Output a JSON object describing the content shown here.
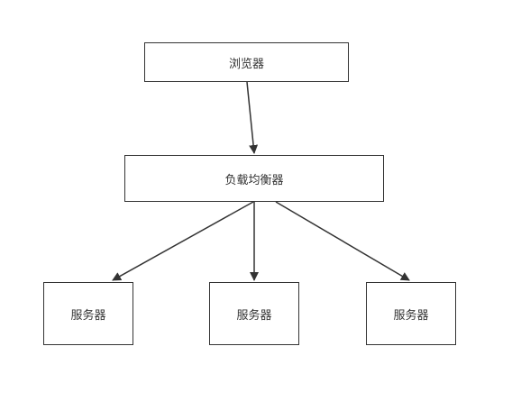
{
  "diagram": {
    "nodes": {
      "browser": "浏览器",
      "load_balancer": "负载均衡器",
      "server_1": "服务器",
      "server_2": "服务器",
      "server_3": "服务器"
    },
    "edges": [
      {
        "from": "browser",
        "to": "load_balancer"
      },
      {
        "from": "load_balancer",
        "to": "server_1"
      },
      {
        "from": "load_balancer",
        "to": "server_2"
      },
      {
        "from": "load_balancer",
        "to": "server_3"
      }
    ],
    "colors": {
      "stroke": "#333333",
      "fill": "#ffffff"
    }
  }
}
